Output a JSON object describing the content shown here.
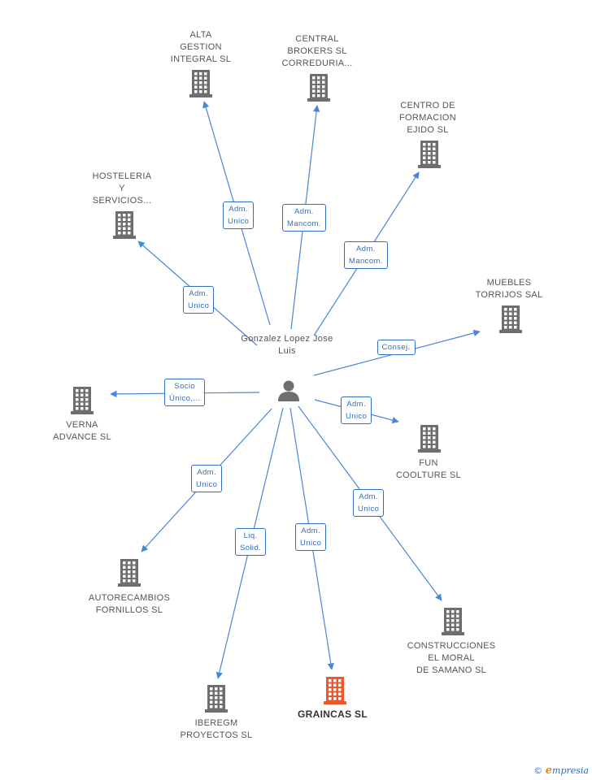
{
  "colors": {
    "edge": "#4a86d6",
    "building": "#6e6e6e",
    "highlight": "#f0562a",
    "person": "#6e6e6e"
  },
  "person": {
    "name": "Gonzalez Lopez Jose Luis"
  },
  "companies": [
    {
      "id": "alta",
      "label": "ALTA\nGESTION\nINTEGRAL SL",
      "highlight": false
    },
    {
      "id": "central",
      "label": "CENTRAL\nBROKERS SL\nCORREDURIA...",
      "highlight": false
    },
    {
      "id": "centro",
      "label": "CENTRO DE\nFORMACION\nEJIDO SL",
      "highlight": false
    },
    {
      "id": "hosteleria",
      "label": "HOSTELERIA\nY\nSERVICIOS...",
      "highlight": false
    },
    {
      "id": "muebles",
      "label": "MUEBLES\nTORRIJOS SAL",
      "highlight": false
    },
    {
      "id": "verna",
      "label": "VERNA\nADVANCE SL",
      "highlight": false
    },
    {
      "id": "fun",
      "label": "FUN\nCOOLTURE SL",
      "highlight": false
    },
    {
      "id": "autorecambios",
      "label": "AUTORECAMBIOS\nFORNILLOS  SL",
      "highlight": false
    },
    {
      "id": "construcciones",
      "label": "CONSTRUCCIONES\nEL MORAL\nDE SAMANO SL",
      "highlight": false
    },
    {
      "id": "iberegm",
      "label": "IBEREGM\nPROYECTOS SL",
      "highlight": false
    },
    {
      "id": "graincas",
      "label": "GRAINCAS SL",
      "highlight": true
    }
  ],
  "relations": [
    {
      "to": "alta",
      "label": "Adm.\nUnico"
    },
    {
      "to": "central",
      "label": "Adm.\nMancom."
    },
    {
      "to": "centro",
      "label": "Adm.\nMancom."
    },
    {
      "to": "hosteleria",
      "label": "Adm.\nUnico"
    },
    {
      "to": "muebles",
      "label": "Consej."
    },
    {
      "to": "verna",
      "label": "Socio\nÚnico,..."
    },
    {
      "to": "fun",
      "label": "Adm.\nUnico"
    },
    {
      "to": "autorecambios",
      "label": "Adm.\nUnico"
    },
    {
      "to": "construcciones",
      "label": "Adm.\nUnico"
    },
    {
      "to": "iberegm",
      "label": "Liq.\nSolid."
    },
    {
      "to": "graincas",
      "label": "Adm.\nUnico"
    }
  ],
  "footer": {
    "copyright": "©",
    "brand_initial": "e",
    "brand_rest": "mpresia"
  }
}
